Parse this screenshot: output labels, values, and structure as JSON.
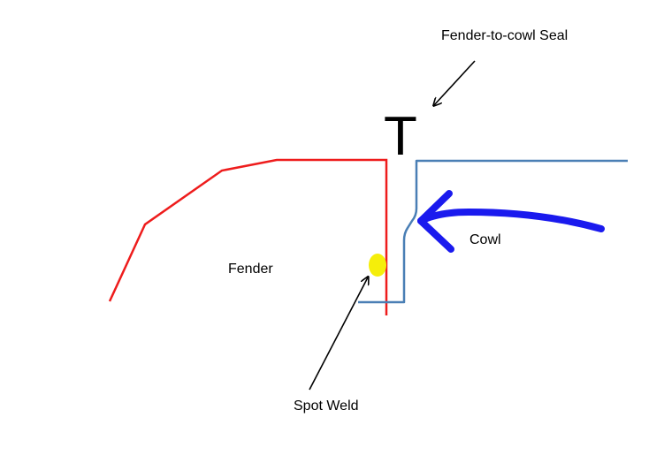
{
  "labels": {
    "seal": "Fender-to-cowl Seal",
    "seal_symbol": "T",
    "cowl": "Cowl",
    "fender": "Fender",
    "spot_weld": "Spot Weld"
  },
  "colors": {
    "fender_line": "#ee1c1c",
    "cowl_line": "#4a7fb5",
    "highlight_arrow": "#1a1aee",
    "spot_weld": "#f5ee0a",
    "callout_arrow": "#000000"
  }
}
